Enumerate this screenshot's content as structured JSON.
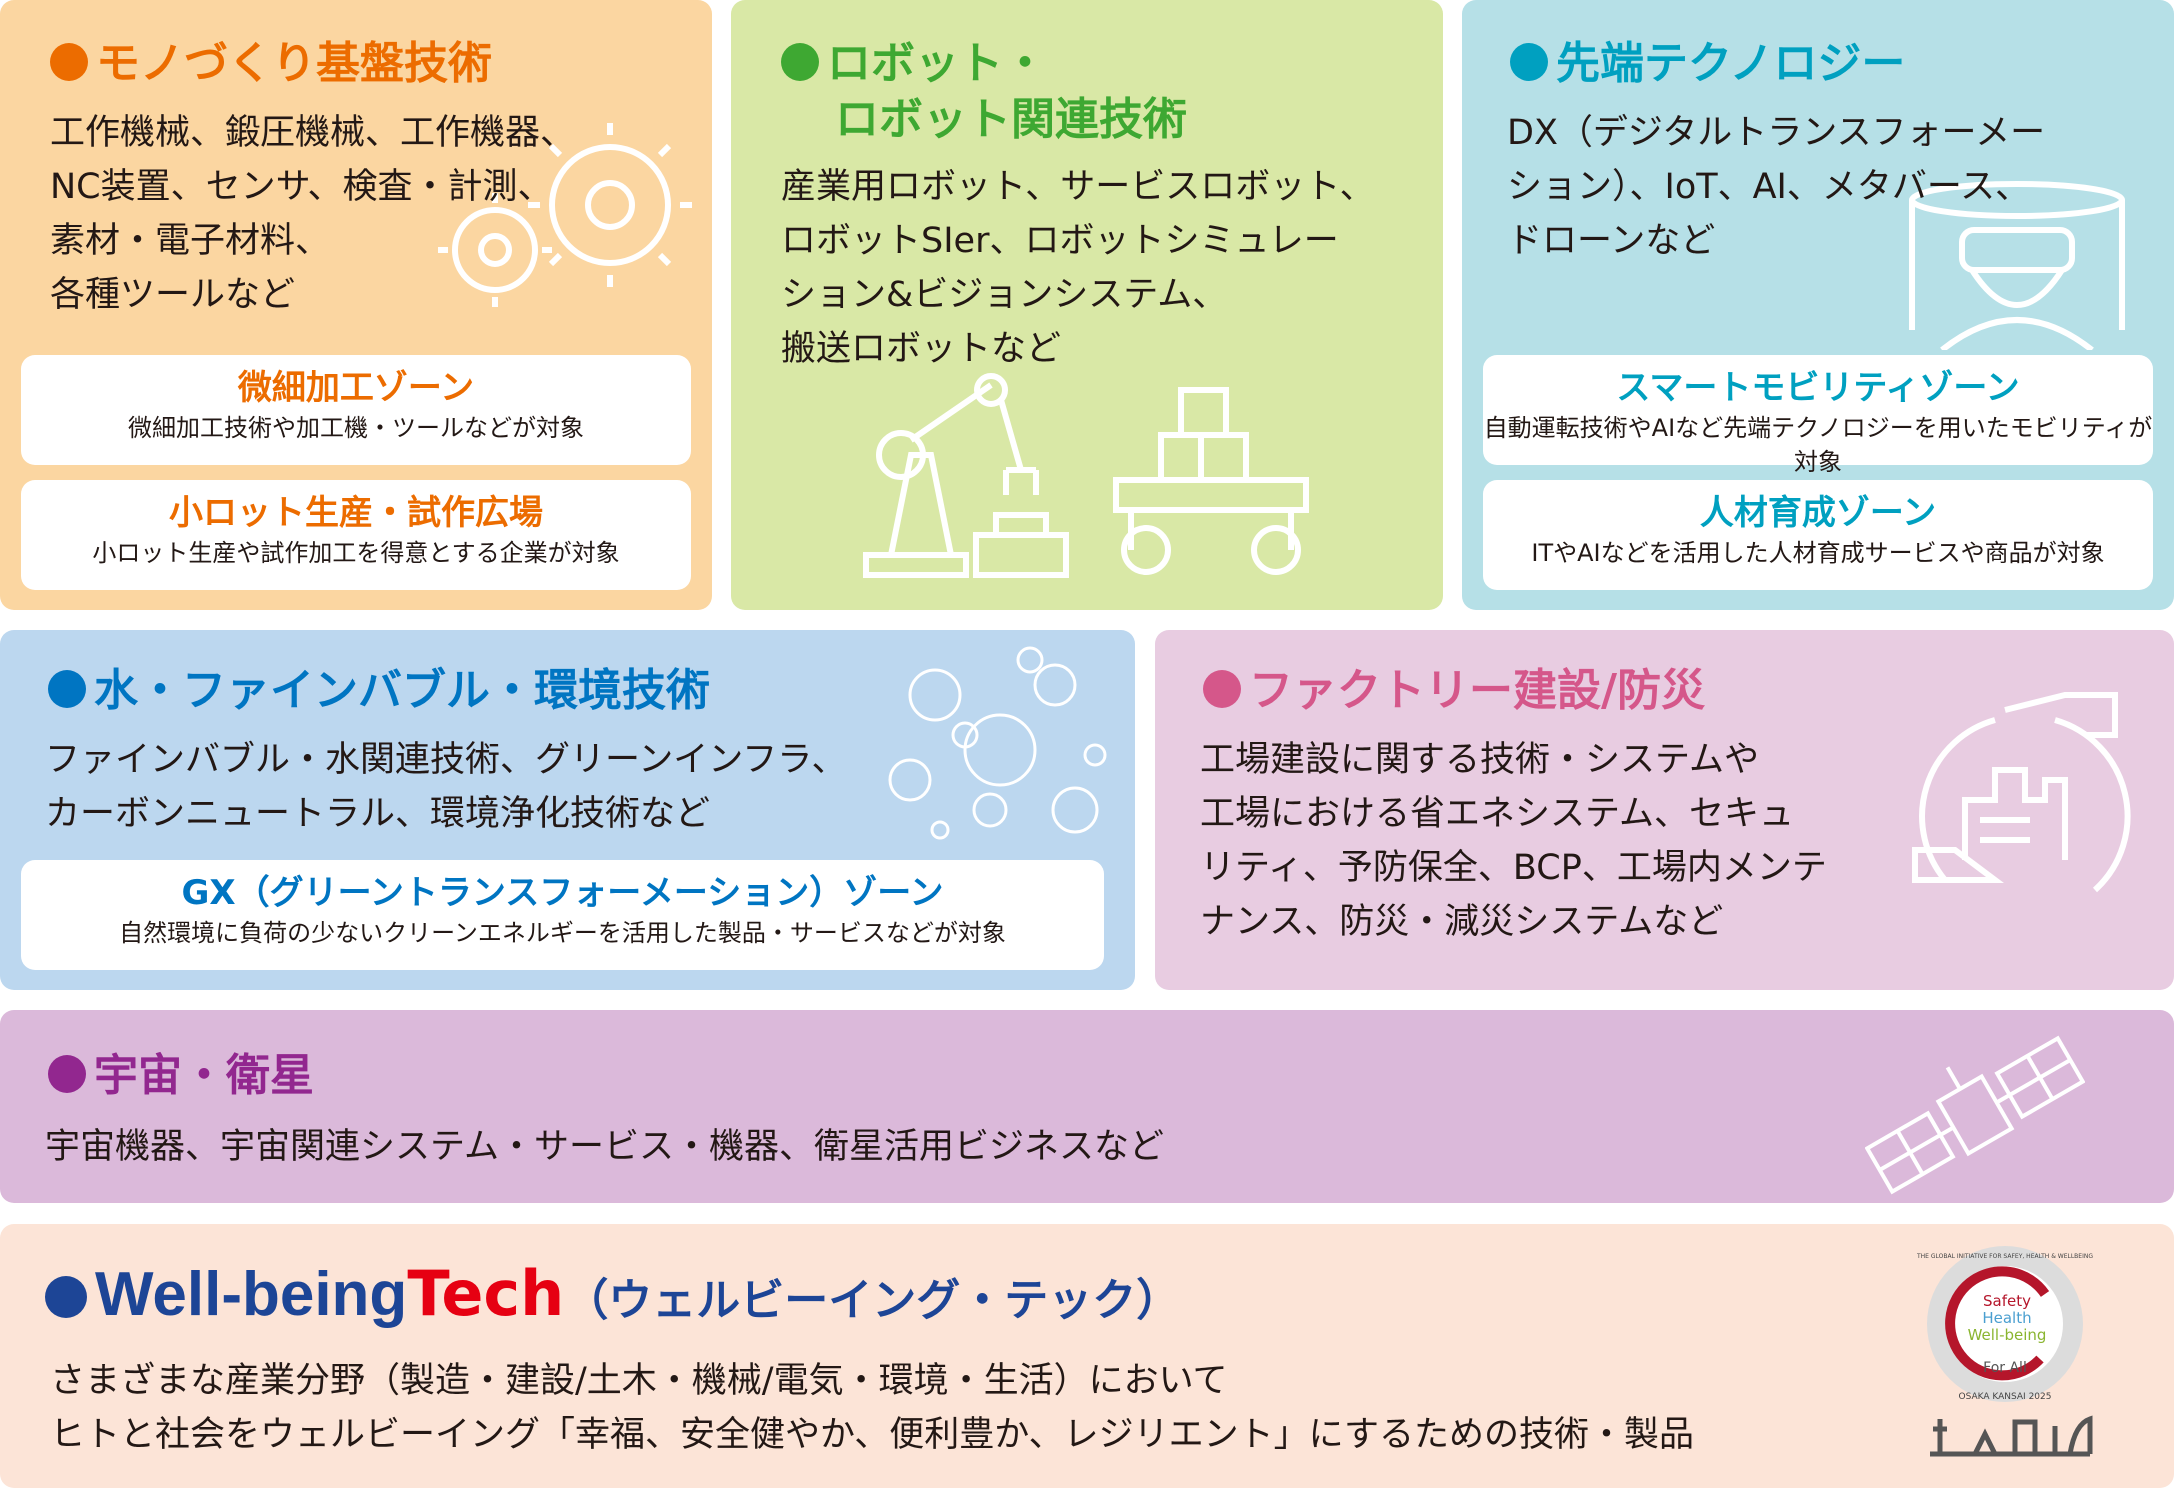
{
  "colors": {
    "orange": "#ec6c00",
    "green": "#3ea832",
    "teal": "#00a0c0",
    "blue": "#0075c2",
    "pink": "#d5578a",
    "purple": "#92278f",
    "navy": "#1d4596",
    "red": "#e60012"
  },
  "monozukuri": {
    "title": "モノづくり基盤技術",
    "lines": [
      "工作機械、鍛圧機械、工作機器、",
      "NC装置、センサ、検査・計測、",
      "素材・電子材料、",
      "各種ツールなど"
    ],
    "zones": [
      {
        "title": "微細加工ゾーン",
        "desc": "微細加工技術や加工機・ツールなどが対象"
      },
      {
        "title": "小ロット生産・試作広場",
        "desc": "小ロット生産や試作加工を得意とする企業が対象"
      }
    ],
    "icon": "gears-icon"
  },
  "robot": {
    "title_lines": [
      "ロボット・",
      "ロボット関連技術"
    ],
    "lines": [
      "産業用ロボット、サービスロボット、",
      "ロボットSIer、ロボットシミュレー",
      "ション&ビジョンシステム、",
      "搬送ロボットなど"
    ],
    "icon": "robot-arm-icon"
  },
  "tech": {
    "title": "先端テクノロジー",
    "lines": [
      "DX（デジタルトランスフォーメー",
      "ション）、IoT、AI、メタバース、",
      "ドローンなど"
    ],
    "zones": [
      {
        "title": "スマートモビリティゾーン",
        "desc": "自動運転技術やAIなど先端テクノロジーを用いたモビリティが対象"
      },
      {
        "title": "人材育成ゾーン",
        "desc": "ITやAIなどを活用した人材育成サービスや商品が対象"
      }
    ],
    "icon": "vr-headset-icon"
  },
  "water": {
    "title": "水・ファインバブル・環境技術",
    "lines": [
      "ファインバブル・水関連技術、グリーンインフラ、",
      "カーボンニュートラル、環境浄化技術など"
    ],
    "zones": [
      {
        "title": "GX（グリーントランスフォーメーション）ゾーン",
        "desc": "自然環境に負荷の少ないクリーンエネルギーを活用した製品・サービスなどが対象"
      }
    ],
    "icon": "bubbles-icon"
  },
  "factory": {
    "title": "ファクトリー建設/防災",
    "lines": [
      "工場建設に関する技術・システムや",
      "工場における省エネシステム、セキュ",
      "リティ、予防保全、BCP、工場内メンテ",
      "ナンス、防災・減災システムなど"
    ],
    "icon": "hands-factory-icon"
  },
  "space": {
    "title": "宇宙・衛星",
    "lines": [
      "宇宙機器、宇宙関連システム・サービス・機器、衛星活用ビジネスなど"
    ],
    "icon": "satellite-icon"
  },
  "wellbeing": {
    "title_a": "Well-being",
    "title_b": "Tech",
    "title_c": "（ウェルビーイング・テック）",
    "lines": [
      "さまざまな産業分野（製造・建設/土木・機械/電気・環境・生活）において",
      "ヒトと社会をウェルビーイング「幸福、安全健やか、便利豊か、レジリエント」にするための技術・製品"
    ],
    "logo": {
      "ring": "THE GLOBAL INITIATIVE FOR SAFEY, HEALTH & WELLBEING",
      "safety": "Safety",
      "health": "Health",
      "wellbeing": "Well-being",
      "forall": "For All",
      "bottom": "OSAKA KANSAI 2025"
    }
  }
}
